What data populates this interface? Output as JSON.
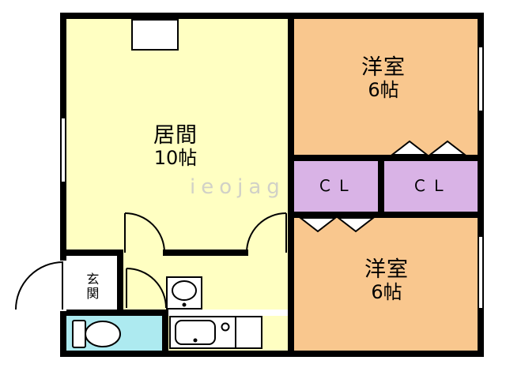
{
  "watermark": "ieojag",
  "rooms": {
    "living": {
      "name": "居間",
      "size": "10帖"
    },
    "bedroom_top": {
      "name": "洋室",
      "size": "6帖"
    },
    "bedroom_bottom": {
      "name": "洋室",
      "size": "6帖"
    },
    "closet_left": {
      "label": "ＣＬ"
    },
    "closet_right": {
      "label": "ＣＬ"
    },
    "entrance": {
      "name": "玄関"
    }
  },
  "colors": {
    "living": "#FFFFC2",
    "bedroom": "#F9C78E",
    "closet": "#D9B3E6",
    "toilet": "#ADEAF0",
    "wall": "#000000",
    "watermark": "#C9C9C9"
  }
}
